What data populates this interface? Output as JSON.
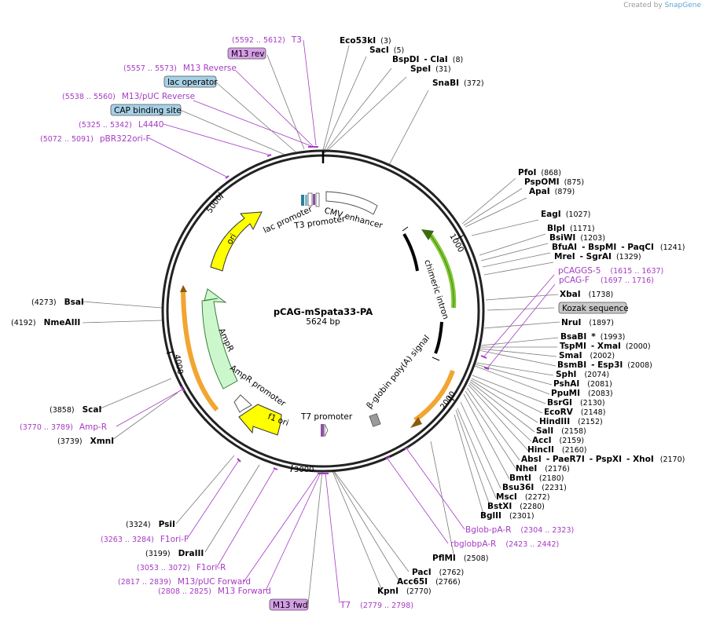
{
  "credit": {
    "prefix": "Created by",
    "brand": "SnapGene"
  },
  "plasmid": {
    "name": "pCAG-mSpata33-PA",
    "length": "5624 bp"
  },
  "ticks": [
    "1000",
    "2000",
    "3000",
    "4000",
    "5000"
  ],
  "features": {
    "cmv_enhancer": "CMV enhancer",
    "chimeric_intron": "chimeric intron",
    "bglobin_polya": "β-globin poly(A) signal",
    "t7_promoter": "T7 promoter",
    "f1_ori": "f1 ori",
    "ampr_promoter": "AmpR promoter",
    "ampr": "AmpR",
    "ori": "ori",
    "lac_promoter": "lac promoter",
    "t3_promoter": "T3 promoter"
  },
  "left_enzymes": [
    {
      "name": "BsaI",
      "pos": "(4273)"
    },
    {
      "name": "NmeAIII",
      "pos": "(4192)"
    },
    {
      "name": "ScaI",
      "pos": "(3858)"
    },
    {
      "name": "XmnI",
      "pos": "(3739)"
    },
    {
      "name": "PsiI",
      "pos": "(3324)"
    },
    {
      "name": "DraIII",
      "pos": "(3199)"
    }
  ],
  "top_enzymes": [
    {
      "name": "Eco53kI",
      "pos": "(3)"
    },
    {
      "name": "SacI",
      "pos": "(5)"
    },
    {
      "name": "BspDI",
      "name2": "ClaI",
      "pos": "(8)"
    },
    {
      "name": "SpeI",
      "pos": "(31)"
    },
    {
      "name": "SnaBI",
      "pos": "(372)"
    }
  ],
  "right_enzymes": [
    {
      "name": "PfoI",
      "pos": "(868)"
    },
    {
      "name": "PspOMI",
      "pos": "(875)"
    },
    {
      "name": "ApaI",
      "pos": "(879)"
    },
    {
      "name": "EagI",
      "pos": "(1027)"
    },
    {
      "name": "BlpI",
      "pos": "(1171)"
    },
    {
      "name": "BsiWI",
      "pos": "(1203)"
    },
    {
      "name": "BfuAI",
      "name2": "BspMI",
      "name3": "PaqCI",
      "pos": "(1241)"
    },
    {
      "name": "MreI",
      "name2": "SgrAI",
      "pos": "(1329)"
    },
    {
      "name": "XbaI",
      "pos": "(1738)"
    },
    {
      "name": "NruI",
      "pos": "(1897)"
    },
    {
      "name": "BsaBI",
      "mark": "*",
      "pos": "(1993)"
    },
    {
      "name": "TspMI",
      "name2": "XmaI",
      "pos": "(2000)"
    },
    {
      "name": "SmaI",
      "pos": "(2002)"
    },
    {
      "name": "BsmBI",
      "name2": "Esp3I",
      "pos": "(2008)"
    },
    {
      "name": "SphI",
      "pos": "(2074)"
    },
    {
      "name": "PshAI",
      "pos": "(2081)"
    },
    {
      "name": "PpuMI",
      "pos": "(2083)"
    },
    {
      "name": "BsrGI",
      "pos": "(2130)"
    },
    {
      "name": "EcoRV",
      "pos": "(2148)"
    },
    {
      "name": "HindIII",
      "pos": "(2152)"
    },
    {
      "name": "SalI",
      "pos": "(2158)"
    },
    {
      "name": "AccI",
      "pos": "(2159)"
    },
    {
      "name": "HincII",
      "pos": "(2160)"
    },
    {
      "name": "AbsI",
      "name2": "PaeR7I",
      "name3": "PspXI",
      "name4": "XhoI",
      "pos": "(2170)"
    },
    {
      "name": "NheI",
      "pos": "(2176)"
    },
    {
      "name": "BmtI",
      "pos": "(2180)"
    },
    {
      "name": "Bsu36I",
      "pos": "(2231)"
    },
    {
      "name": "MscI",
      "pos": "(2272)"
    },
    {
      "name": "BstXI",
      "pos": "(2280)"
    },
    {
      "name": "BglII",
      "pos": "(2301)"
    },
    {
      "name": "PflMI",
      "pos": "(2508)"
    },
    {
      "name": "PacI",
      "pos": "(2762)"
    },
    {
      "name": "Acc65I",
      "pos": "(2766)"
    },
    {
      "name": "KpnI",
      "pos": "(2770)"
    }
  ],
  "primers": {
    "t3": {
      "name": "T3",
      "pos": "(5592 .. 5612)"
    },
    "m13rev_upper": {
      "name": "M13 Reverse",
      "pos": "(5557 .. 5573)"
    },
    "m13puc_rev": {
      "name": "M13/pUC Reverse",
      "pos": "(5538 .. 5560)"
    },
    "l4440": {
      "name": "L4440",
      "pos": "(5325 .. 5342)"
    },
    "pbr322": {
      "name": "pBR322ori-F",
      "pos": "(5072 .. 5091)"
    },
    "ampr_r": {
      "name": "Amp-R",
      "pos": "(3770 .. 3789)"
    },
    "f1ori_f": {
      "name": "F1ori-F",
      "pos": "(3263 .. 3284)"
    },
    "f1ori_r": {
      "name": "F1ori-R",
      "pos": "(3053 .. 3072)"
    },
    "m13puc_fwd": {
      "name": "M13/pUC Forward",
      "pos": "(2817 .. 2839)"
    },
    "m13_fwd": {
      "name": "M13 Forward",
      "pos": "(2808 .. 2825)"
    },
    "t7": {
      "name": "T7",
      "pos": "(2779 .. 2798)"
    },
    "pcaggs5": {
      "name": "pCAGGS-5",
      "pos": "(1615 .. 1637)"
    },
    "pcagf": {
      "name": "pCAG-F",
      "pos": "(1697 .. 1716)"
    },
    "bglob_r": {
      "name": "Bglob-pA-R",
      "pos": "(2304 .. 2323)"
    },
    "rbglob_r": {
      "name": "rbglobpA-R",
      "pos": "(2423 .. 2442)"
    }
  },
  "boxes": {
    "m13rev": "M13 rev",
    "lac_operator": "lac operator",
    "cap_site": "CAP binding site",
    "kozak": "Kozak sequence",
    "m13fwd": "M13 fwd"
  },
  "colors": {
    "purple": "#a63ac4",
    "green_feature": "#7ec832",
    "orange_feature": "#f2a531",
    "yellow_feature": "#ffff00",
    "ampr_fill": "#ccf7cc",
    "box_blue": "#a6d0e6",
    "box_purple": "#d69ee8",
    "box_gray": "#c8c8c8"
  }
}
